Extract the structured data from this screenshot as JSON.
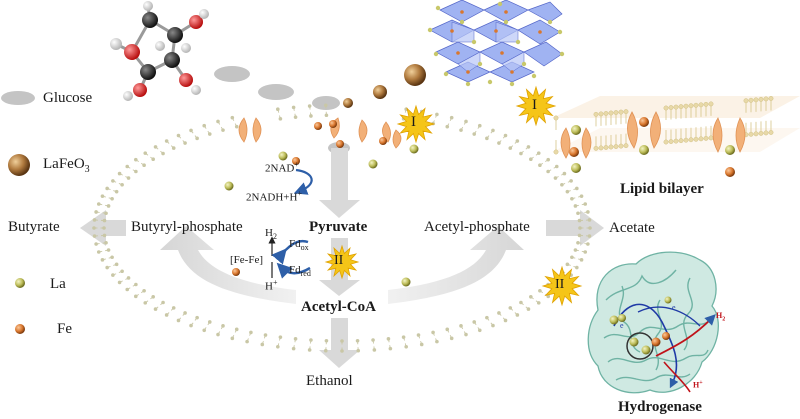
{
  "legend": {
    "glucose": "Glucose",
    "lafeo3": "LaFeO",
    "lafeo3_sub": "3",
    "la": "La",
    "fe": "Fe"
  },
  "pathway": {
    "butyrate": "Butyrate",
    "butyryl_phosphate": "Butyryl-phosphate",
    "pyruvate": "Pyruvate",
    "acetyl_phosphate": "Acetyl-phosphate",
    "acetate": "Acetate",
    "acetyl_coa": "Acetyl-CoA",
    "ethanol": "Ethanol"
  },
  "cofactors": {
    "nad_plus": "2NAD",
    "nad_plus_sup": "+",
    "nadh": "2NADH+H",
    "nadh_sup": "+",
    "h2": "H",
    "h2_sub": "2",
    "h_plus": "H",
    "h_plus_sup": "+",
    "fe_fe": "[Fe-Fe]",
    "fd_ox": "Fd",
    "fd_ox_sub": "ox",
    "fd_red": "Fd",
    "fd_red_sub": "red"
  },
  "markers": {
    "one": "I",
    "two": "II"
  },
  "insets": {
    "lipid_bilayer": "Lipid bilayer",
    "hydrogenase": "Hydrogenase",
    "h2_label": "H",
    "h2_label_sub": "2",
    "h_plus_label": "H",
    "h_plus_label_sup": "+",
    "e_label": "e"
  },
  "colors": {
    "arrow_gray": "#d9d9d9",
    "membrane": "#c9c7a6",
    "protein": "#f2b078",
    "starburst": "#f5c518",
    "la_particle": "#c8c86a",
    "fe_particle": "#d9772e",
    "crystal": "#8fa6f0",
    "enzyme": "#7fc2b4",
    "cofactor_arrow": "#2e5fa8"
  }
}
